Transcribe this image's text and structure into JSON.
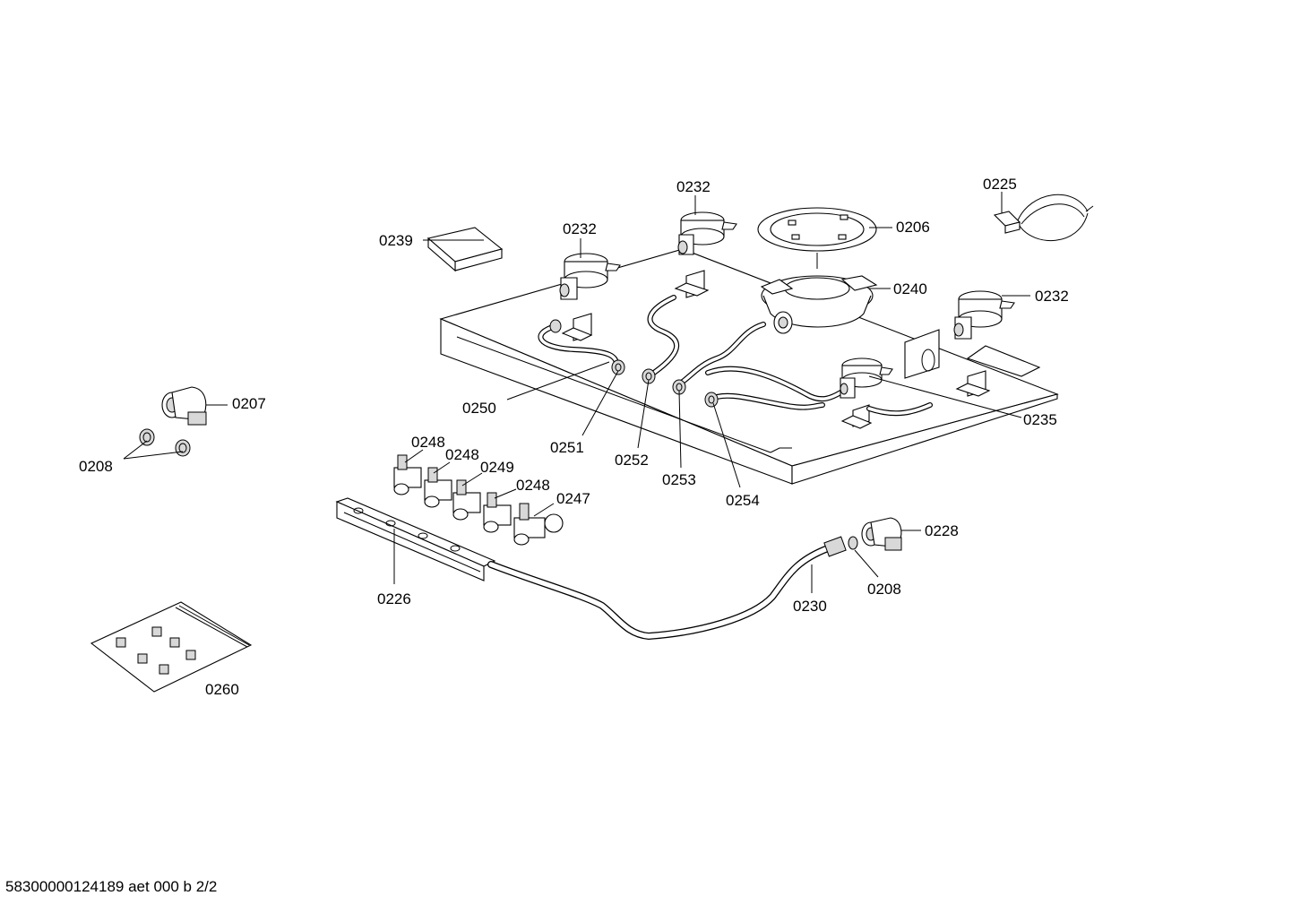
{
  "callouts": {
    "c0225": "0225",
    "c0232_top": "0232",
    "c0232_left": "0232",
    "c0232_right": "0232",
    "c0206": "0206",
    "c0239": "0239",
    "c0240": "0240",
    "c0235": "0235",
    "c0207": "0207",
    "c0208_left": "0208",
    "c0250": "0250",
    "c0251": "0251",
    "c0252": "0252",
    "c0253": "0253",
    "c0254": "0254",
    "c0248_a": "0248",
    "c0248_b": "0248",
    "c0249": "0249",
    "c0248_c": "0248",
    "c0247": "0247",
    "c0228": "0228",
    "c0208_right": "0208",
    "c0226": "0226",
    "c0230": "0230",
    "c0260": "0260"
  },
  "footer": "58300000124189 aet 000 b 2/2"
}
